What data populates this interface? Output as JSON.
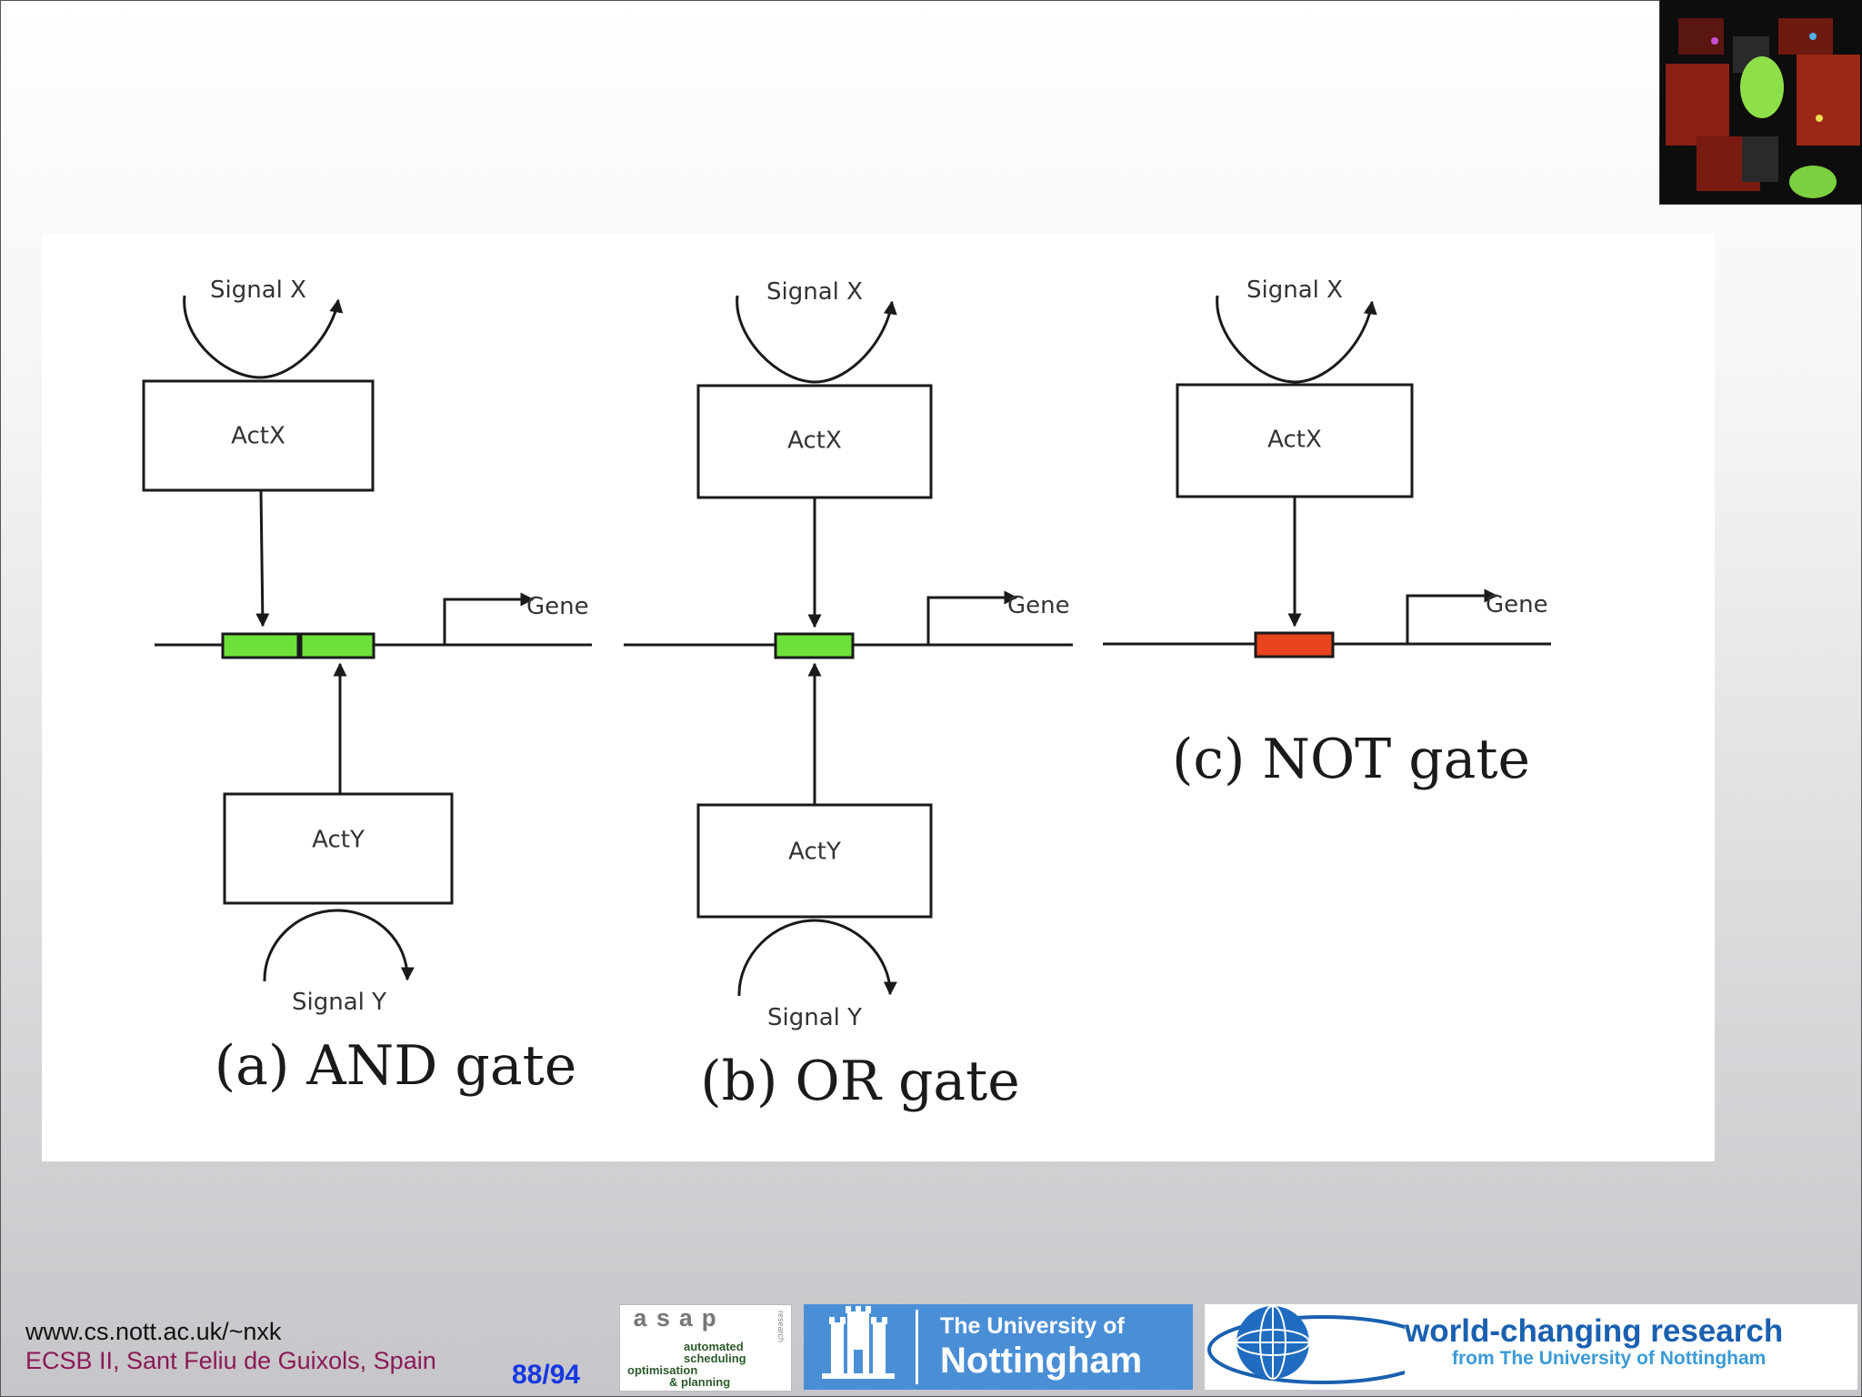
{
  "diagram": {
    "gates": [
      {
        "signal_x_label": "Signal X",
        "act_x_label": "ActX",
        "act_y_label": "ActY",
        "signal_y_label": "Signal Y",
        "gene_label": "Gene",
        "caption": "(a) AND gate"
      },
      {
        "signal_x_label": "Signal X",
        "act_x_label": "ActX",
        "act_y_label": "ActY",
        "signal_y_label": "Signal Y",
        "gene_label": "Gene",
        "caption": "(b) OR gate"
      },
      {
        "signal_x_label": "Signal X",
        "act_x_label": "ActX",
        "gene_label": "Gene",
        "caption": "(c) NOT gate"
      }
    ],
    "colors": {
      "activator_site": "#6ee03a",
      "repressor_site": "#e8431c",
      "line": "#1a1a1a"
    }
  },
  "footer": {
    "url": "www.cs.nott.ac.uk/~nxk",
    "conference": "ECSB II, Sant Feliu de Guixols, Spain",
    "page": "88/94"
  },
  "logos": {
    "asap": {
      "title": "asap",
      "side": "research",
      "line1": "automated",
      "line2": "scheduling",
      "line3": "optimisation",
      "line4": "& planning"
    },
    "uon": {
      "line1": "The University of",
      "line2": "Nottingham"
    },
    "wcr": {
      "line1": "world-changing research",
      "line2": "from The University of Nottingham"
    }
  }
}
